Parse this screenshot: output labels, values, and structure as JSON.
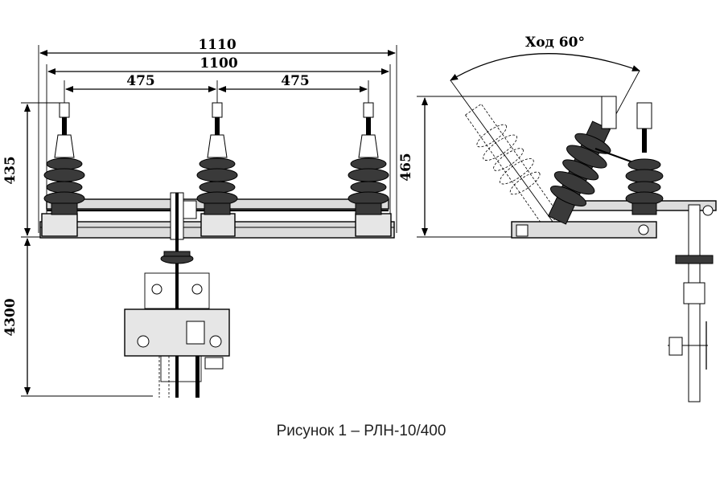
{
  "figure": {
    "caption": "Рисунок 1 – РЛН-10/400"
  },
  "front_view": {
    "dim_overall_width": "1110",
    "dim_contact_span": "1100",
    "dim_left_spacing": "475",
    "dim_right_spacing": "475",
    "dim_height": "435",
    "dim_drive_height": "4300"
  },
  "side_view": {
    "dim_height": "465",
    "travel_label": "Ход 60°"
  }
}
